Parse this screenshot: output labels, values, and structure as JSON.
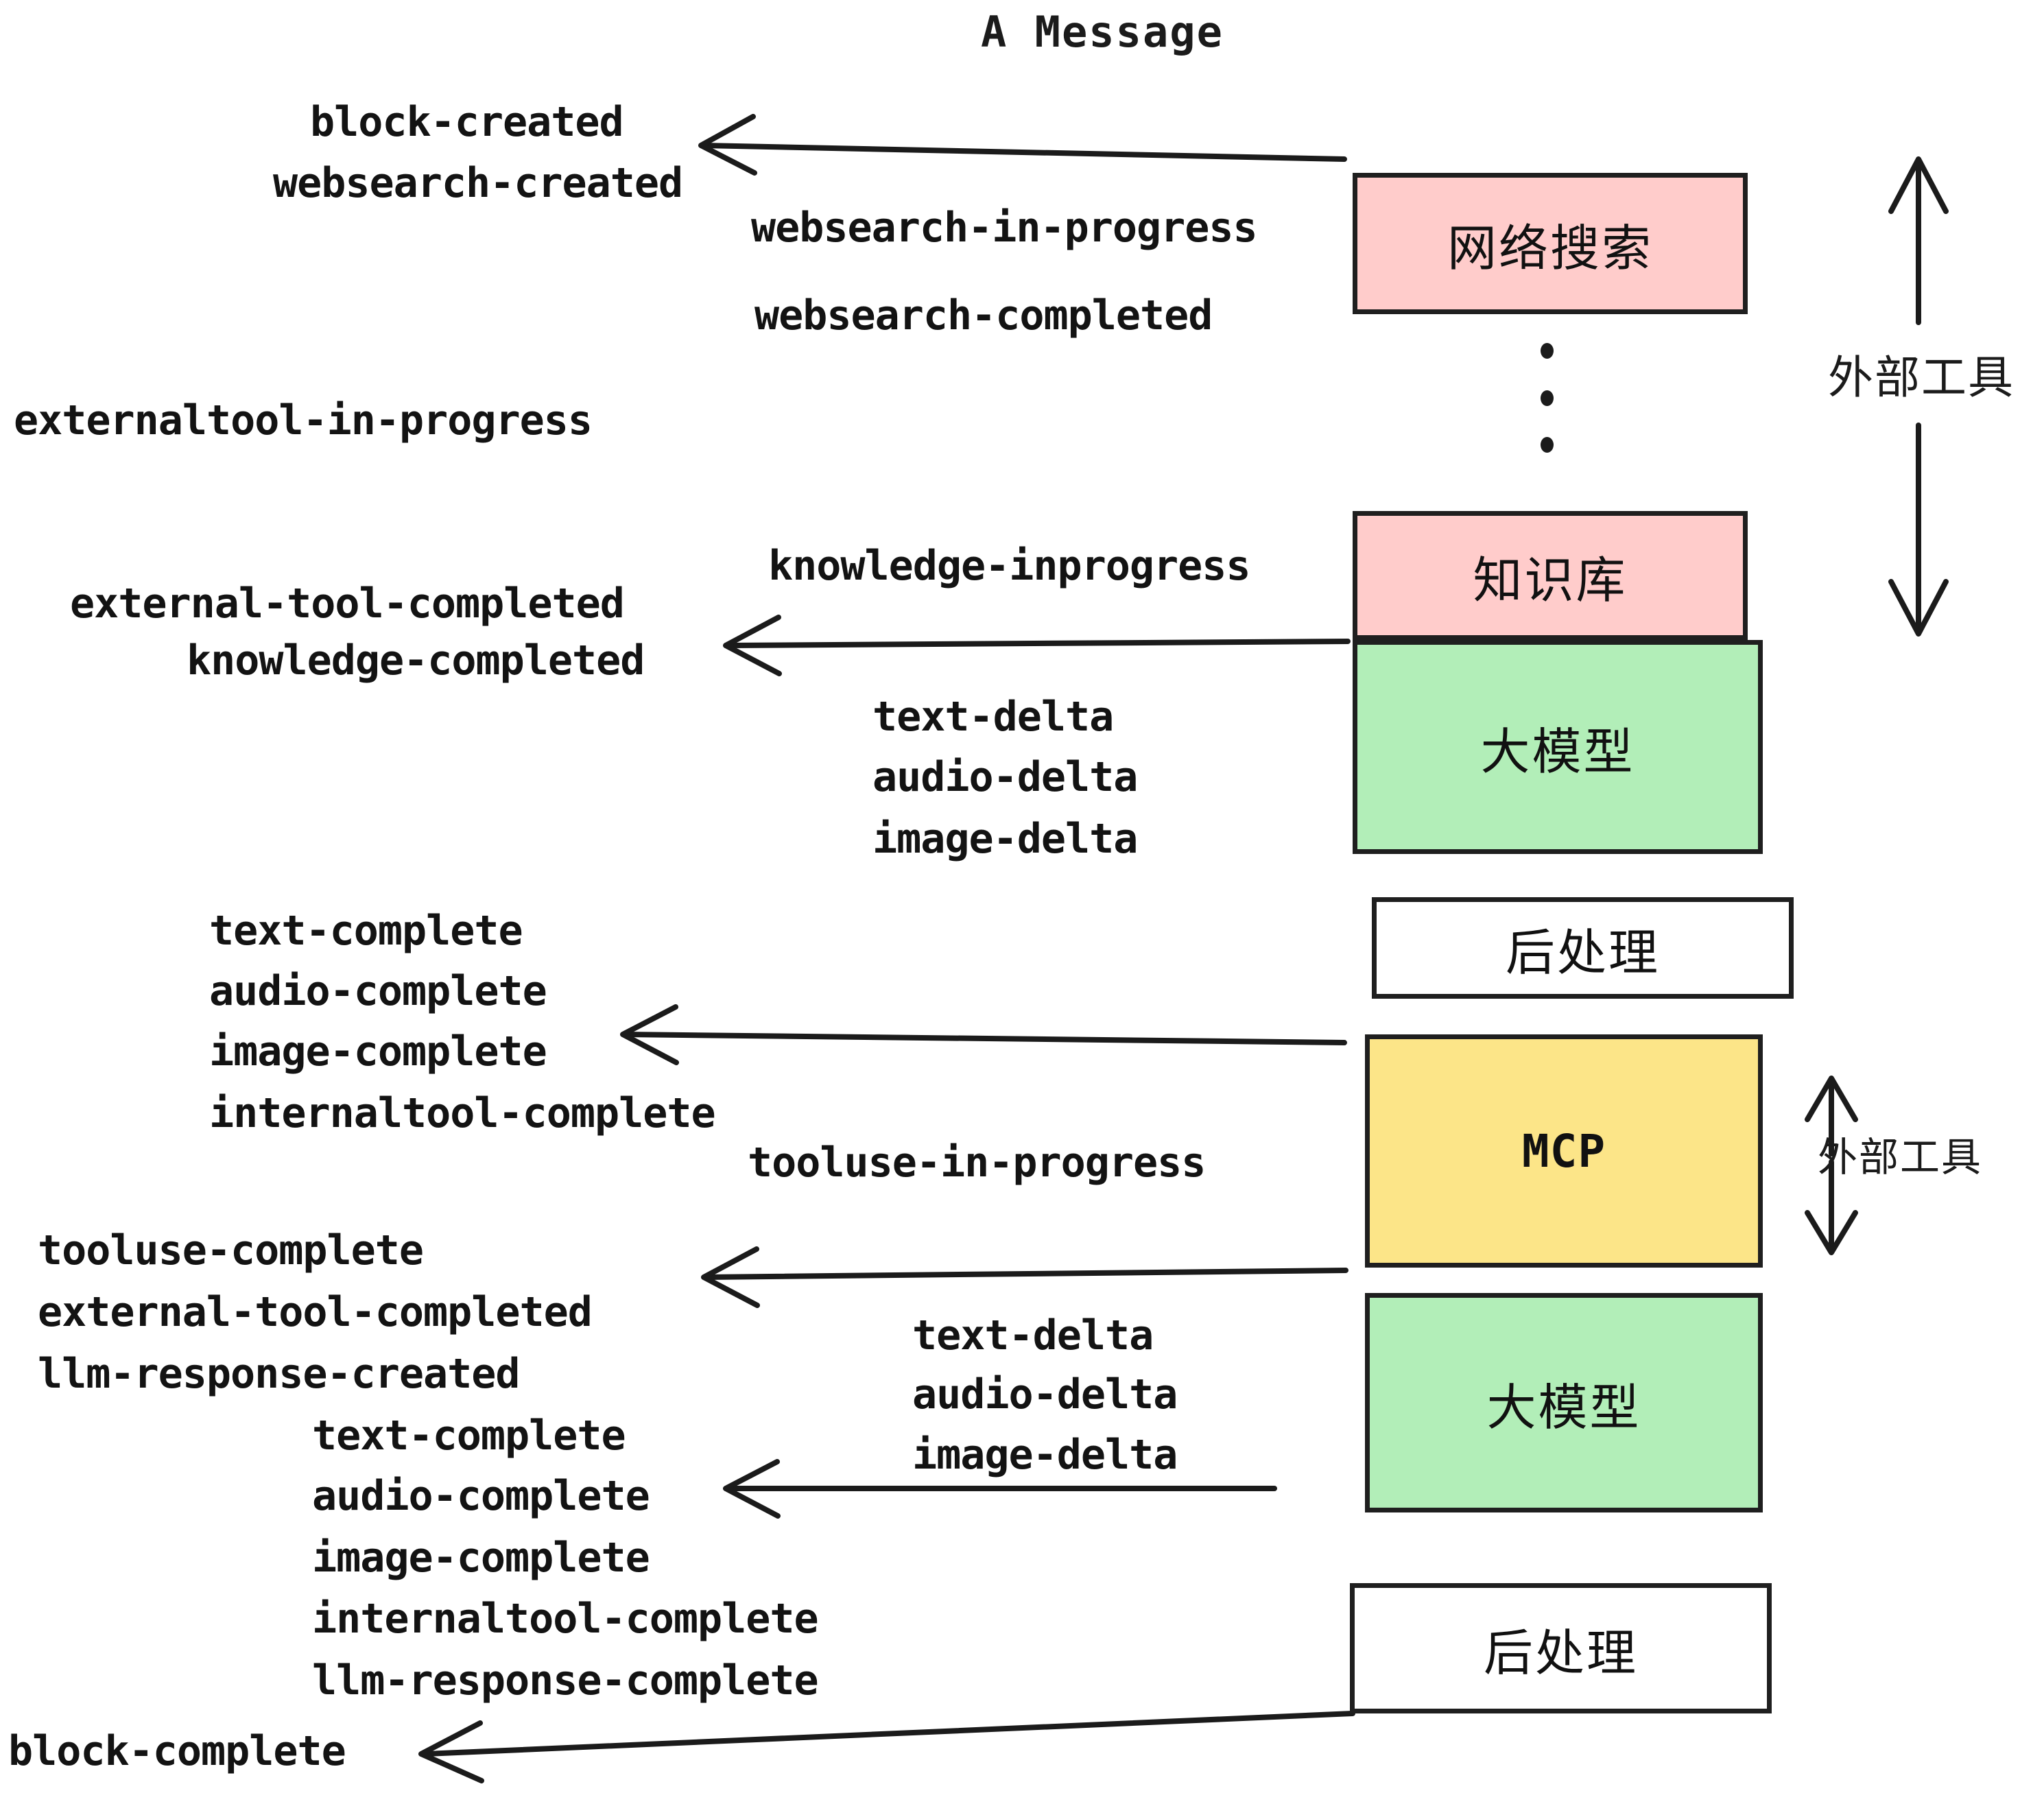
{
  "title": "A Message",
  "colors": {
    "pink": "#ffcccb",
    "green": "#b2eeb8",
    "yellow": "#fce588",
    "white": "#ffffff",
    "border": "#1f1f1f",
    "text": "#131313"
  },
  "nodes": [
    {
      "id": "websearch",
      "label": "网络搜索",
      "fill": "#ffcccb",
      "latin": false
    },
    {
      "id": "knowledge",
      "label": "知识库",
      "fill": "#ffcccb",
      "latin": false
    },
    {
      "id": "llm-top",
      "label": "大模型",
      "fill": "#b2eeb8",
      "latin": false
    },
    {
      "id": "postprocess-top",
      "label": "后处理",
      "fill": "#ffffff",
      "latin": false
    },
    {
      "id": "mcp",
      "label": "MCP",
      "fill": "#fce588",
      "latin": true
    },
    {
      "id": "llm-bottom",
      "label": "大模型",
      "fill": "#b2eeb8",
      "latin": false
    },
    {
      "id": "postprocess-bottom",
      "label": "后处理",
      "fill": "#ffffff",
      "latin": false
    }
  ],
  "group_labels": [
    {
      "id": "external-tool-top",
      "label": "外部工具"
    },
    {
      "id": "external-tool-bottom",
      "label": "外部工具"
    }
  ],
  "events": [
    {
      "id": "block-created",
      "text": "block-created"
    },
    {
      "id": "websearch-created",
      "text": "websearch-created"
    },
    {
      "id": "websearch-in-progress",
      "text": "websearch-in-progress"
    },
    {
      "id": "websearch-completed",
      "text": "websearch-completed"
    },
    {
      "id": "externaltool-in-progress",
      "text": "externaltool-in-progress"
    },
    {
      "id": "knowledge-inprogress",
      "text": "knowledge-inprogress"
    },
    {
      "id": "external-tool-completed-1",
      "text": "external-tool-completed"
    },
    {
      "id": "knowledge-completed",
      "text": "knowledge-completed"
    },
    {
      "id": "text-delta-1",
      "text": "text-delta"
    },
    {
      "id": "audio-delta-1",
      "text": "audio-delta"
    },
    {
      "id": "image-delta-1",
      "text": "image-delta"
    },
    {
      "id": "text-complete-1",
      "text": "text-complete"
    },
    {
      "id": "audio-complete-1",
      "text": "audio-complete"
    },
    {
      "id": "image-complete-1",
      "text": "image-complete"
    },
    {
      "id": "internaltool-complete-1",
      "text": "internaltool-complete"
    },
    {
      "id": "tooluse-in-progress",
      "text": "tooluse-in-progress"
    },
    {
      "id": "tooluse-complete",
      "text": "tooluse-complete"
    },
    {
      "id": "external-tool-completed-2",
      "text": "external-tool-completed"
    },
    {
      "id": "llm-response-created",
      "text": "llm-response-created"
    },
    {
      "id": "text-delta-2",
      "text": "text-delta"
    },
    {
      "id": "audio-delta-2",
      "text": "audio-delta"
    },
    {
      "id": "image-delta-2",
      "text": "image-delta"
    },
    {
      "id": "text-complete-2",
      "text": "text-complete"
    },
    {
      "id": "audio-complete-2",
      "text": "audio-complete"
    },
    {
      "id": "image-complete-2",
      "text": "image-complete"
    },
    {
      "id": "internaltool-complete-2",
      "text": "internaltool-complete"
    },
    {
      "id": "llm-response-complete",
      "text": "llm-response-complete"
    },
    {
      "id": "block-complete",
      "text": "block-complete"
    }
  ]
}
